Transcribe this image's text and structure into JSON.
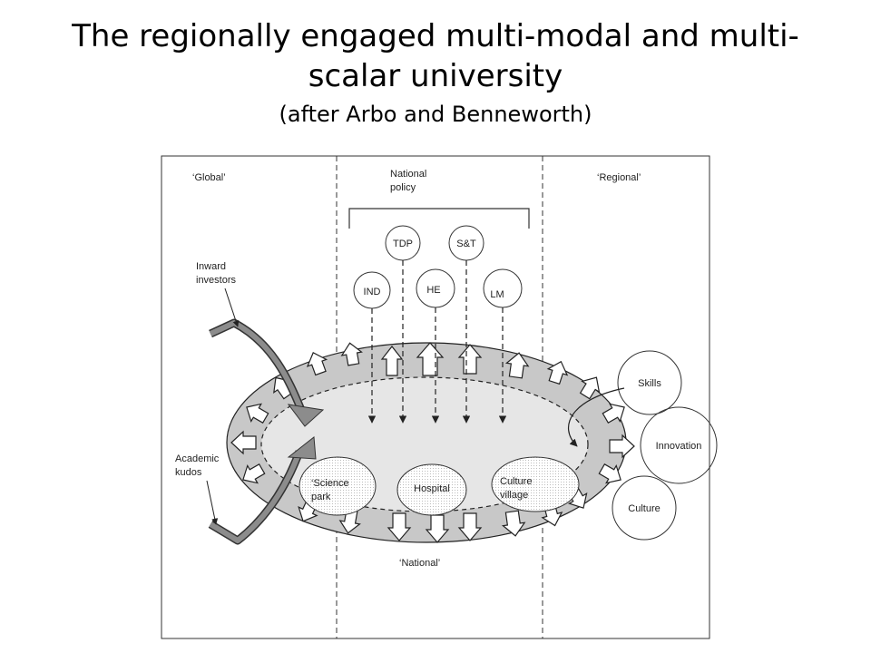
{
  "title": {
    "line1": "The regionally engaged multi-modal and multi-",
    "line2": "scalar university",
    "subtitle": "(after Arbo and Benneworth)"
  },
  "zones": {
    "global": "‘Global’",
    "national_policy_1": "National",
    "national_policy_2": "policy",
    "regional": "‘Regional’",
    "national": "‘National’"
  },
  "policy_nodes": {
    "tdp": "TDP",
    "st": "S&T",
    "ind": "IND",
    "he": "HE",
    "lm": "LM"
  },
  "flows": {
    "inward_1": "Inward",
    "inward_2": "investors",
    "academic_1": "Academic",
    "academic_2": "kudos"
  },
  "institutions": {
    "science_1": "‘Science",
    "science_2": "park",
    "hospital": "Hospital",
    "culture_village_1": "Culture",
    "culture_village_2": "village"
  },
  "regional_circles": {
    "skills": "Skills",
    "innovation": "Innovation",
    "culture": "Culture"
  }
}
